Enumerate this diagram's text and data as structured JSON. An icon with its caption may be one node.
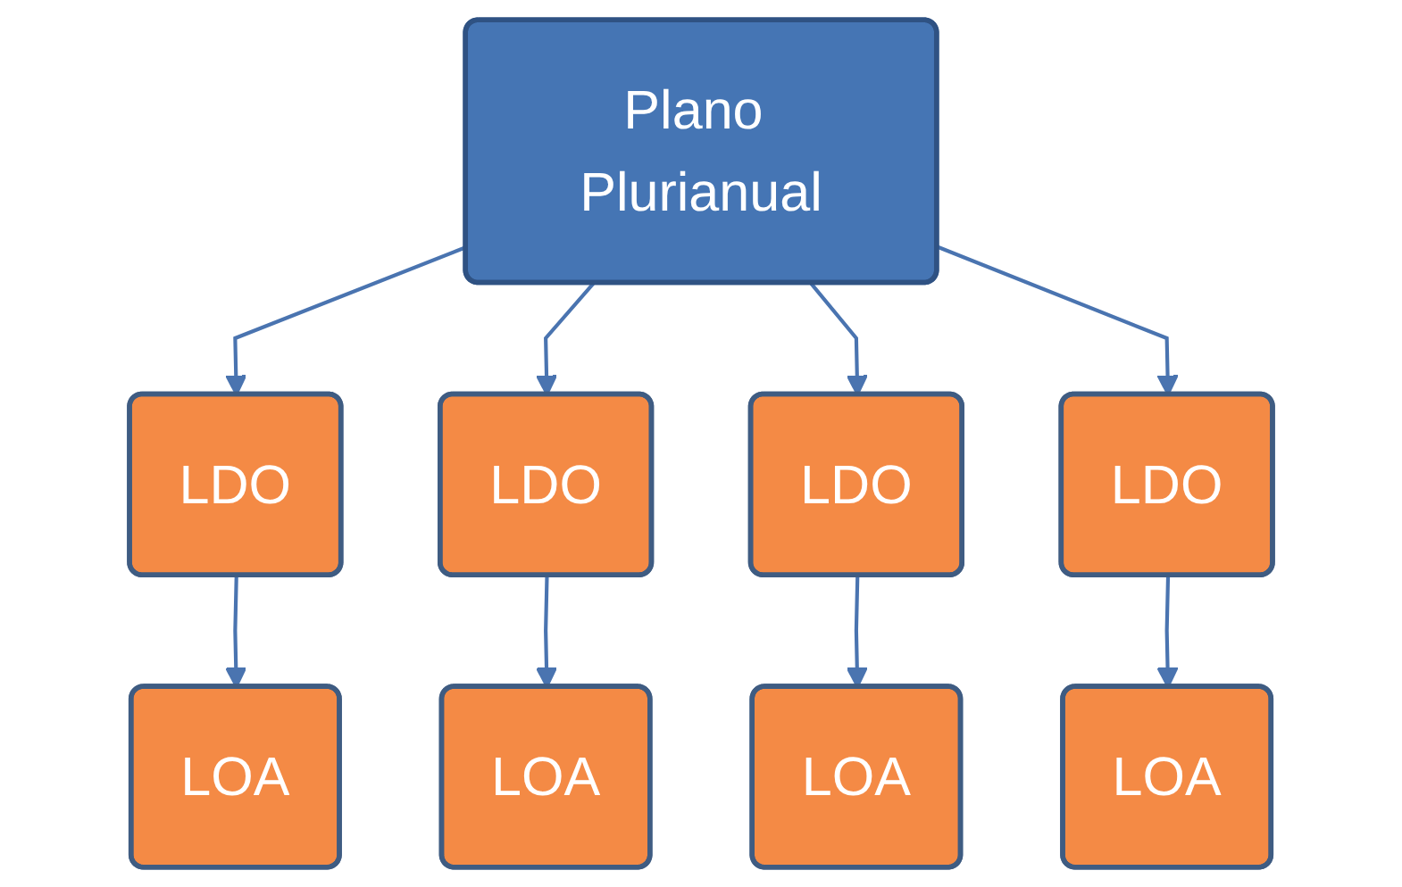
{
  "diagram": {
    "nodes": [
      {
        "text": [
          "Plano Plurianual"
        ]
      },
      {
        "text": [
          "LDO"
        ]
      },
      {
        "text": [
          "LDO"
        ]
      },
      {
        "text": [
          "LDO"
        ]
      },
      {
        "text": [
          "LDO"
        ]
      },
      {
        "text": [
          "LOA"
        ]
      },
      {
        "text": [
          "LOA"
        ]
      },
      {
        "text": [
          "LOA"
        ]
      },
      {
        "text": [
          "LOA"
        ]
      }
    ],
    "edges": [
      {
        "from": 0,
        "to": 1,
        "arrow": "to"
      },
      {
        "from": 0,
        "to": 2,
        "arrow": "to"
      },
      {
        "from": 0,
        "to": 3,
        "arrow": "to"
      },
      {
        "from": 0,
        "to": 4,
        "arrow": "to"
      },
      {
        "from": 1,
        "to": 5,
        "arrow": "to"
      },
      {
        "from": 2,
        "to": 6,
        "arrow": "to"
      },
      {
        "from": 3,
        "to": 7,
        "arrow": "to"
      },
      {
        "from": 4,
        "to": 8,
        "arrow": "to"
      }
    ]
  }
}
